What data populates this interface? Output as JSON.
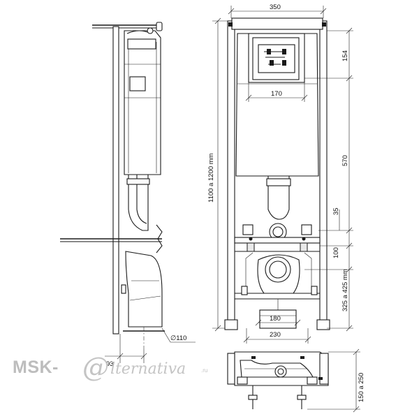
{
  "dimensions": {
    "width_total": "350",
    "flush_plate": "170",
    "plate_height": "154",
    "height_range": "1100 a 1200 mm",
    "cistern_height": "570",
    "gap": "35",
    "pan_height": "100",
    "outlet_height": "325 a 425 mm",
    "feet_inner": "180",
    "feet_outer": "230",
    "pipe_diameter": "∅110",
    "side_depth": "93",
    "depth_range": "150 a 250"
  },
  "watermark": {
    "brand": "MSK-",
    "at_glyph": "@",
    "rest": "lternativa",
    "suffix": ".ru"
  }
}
